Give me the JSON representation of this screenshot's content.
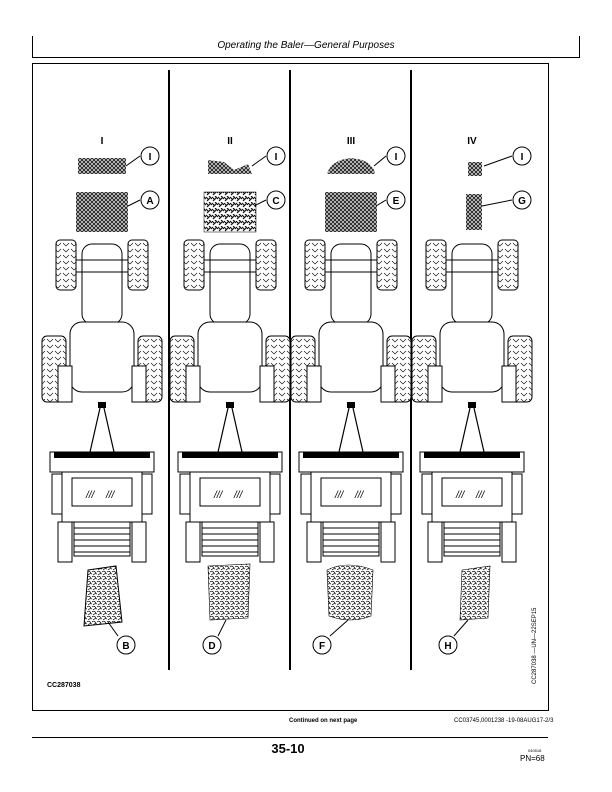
{
  "header": {
    "title": "Operating the Baler—General Purposes"
  },
  "figure": {
    "columns": [
      {
        "roman": "I",
        "top_label": "I",
        "windrow_label": "A",
        "bale_label": "B"
      },
      {
        "roman": "II",
        "top_label": "I",
        "windrow_label": "C",
        "bale_label": "D"
      },
      {
        "roman": "III",
        "top_label": "I",
        "windrow_label": "E",
        "bale_label": "F"
      },
      {
        "roman": "IV",
        "top_label": "I",
        "windrow_label": "G",
        "bale_label": "H"
      }
    ],
    "figure_id": "CC287038",
    "side_id": "CC287038 —UN—22SEP15"
  },
  "footer": {
    "continued": "Continued on next page",
    "reference": "CC03745,0001238 -19-08AUG17-2/3",
    "page_number": "35-10",
    "small_code": "040518",
    "pn": "PN=68"
  }
}
